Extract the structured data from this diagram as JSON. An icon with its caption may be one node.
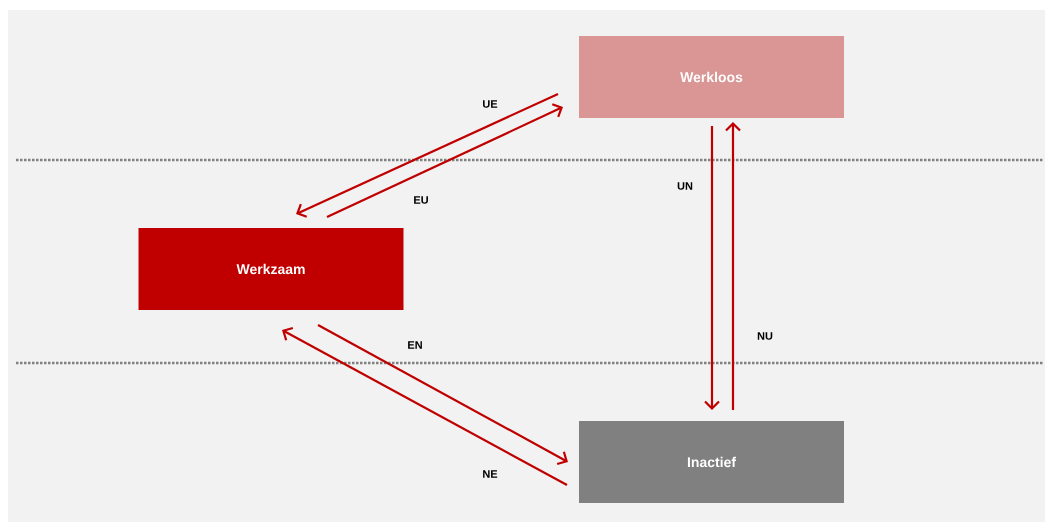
{
  "diagram": {
    "nodes": [
      {
        "text": [
          "Werkloos"
        ]
      },
      {
        "text": [
          "Werkzaam"
        ]
      },
      {
        "text": [
          "Inactief"
        ]
      }
    ],
    "edges": [
      {
        "from": 0,
        "to": 1,
        "arrow": "to",
        "label": "UE"
      },
      {
        "from": 1,
        "to": 0,
        "arrow": "to",
        "label": "EU"
      },
      {
        "from": 0,
        "to": 2,
        "arrow": "to",
        "label": "UN"
      },
      {
        "from": 2,
        "to": 0,
        "arrow": "to",
        "label": "NU"
      },
      {
        "from": 1,
        "to": 2,
        "arrow": "to",
        "label": "EN"
      },
      {
        "from": 2,
        "to": 1,
        "arrow": "to",
        "label": "NE"
      }
    ]
  }
}
